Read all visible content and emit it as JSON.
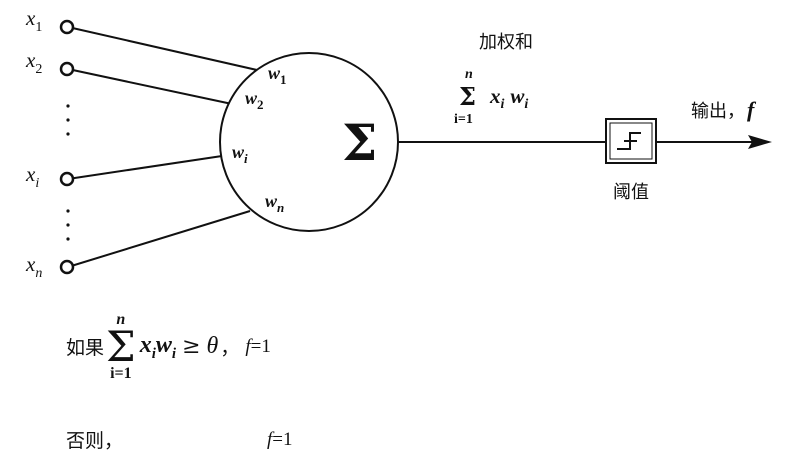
{
  "inputs": [
    {
      "var": "x",
      "sub": "1",
      "weight_var": "w",
      "weight_sub": "1"
    },
    {
      "var": "x",
      "sub": "2",
      "weight_var": "w",
      "weight_sub": "2"
    },
    {
      "var": "x",
      "sub": "i",
      "weight_var": "w",
      "weight_sub": "i"
    },
    {
      "var": "x",
      "sub": "n",
      "weight_var": "w",
      "weight_sub": "n"
    }
  ],
  "summation_symbol": "Σ",
  "weighted_sum": {
    "label": "加权和",
    "upper": "n",
    "lower": "i=1",
    "term_x": "x",
    "term_x_sub": "i",
    "term_w": "w",
    "term_w_sub": "i"
  },
  "threshold_label": "阈值",
  "output": {
    "label": "输出，",
    "var": "f"
  },
  "rules": {
    "if_label": "如果",
    "sum_upper": "n",
    "sum_lower": "i=1",
    "term_x": "x",
    "term_x_sub": "i",
    "term_w": "w",
    "term_w_sub": "i",
    "relation": "≥",
    "theta": "θ",
    "comma": "，",
    "then_var": "f",
    "then_value": "=1",
    "else_label": "否则，",
    "else_var": "f",
    "else_value": "=1"
  }
}
